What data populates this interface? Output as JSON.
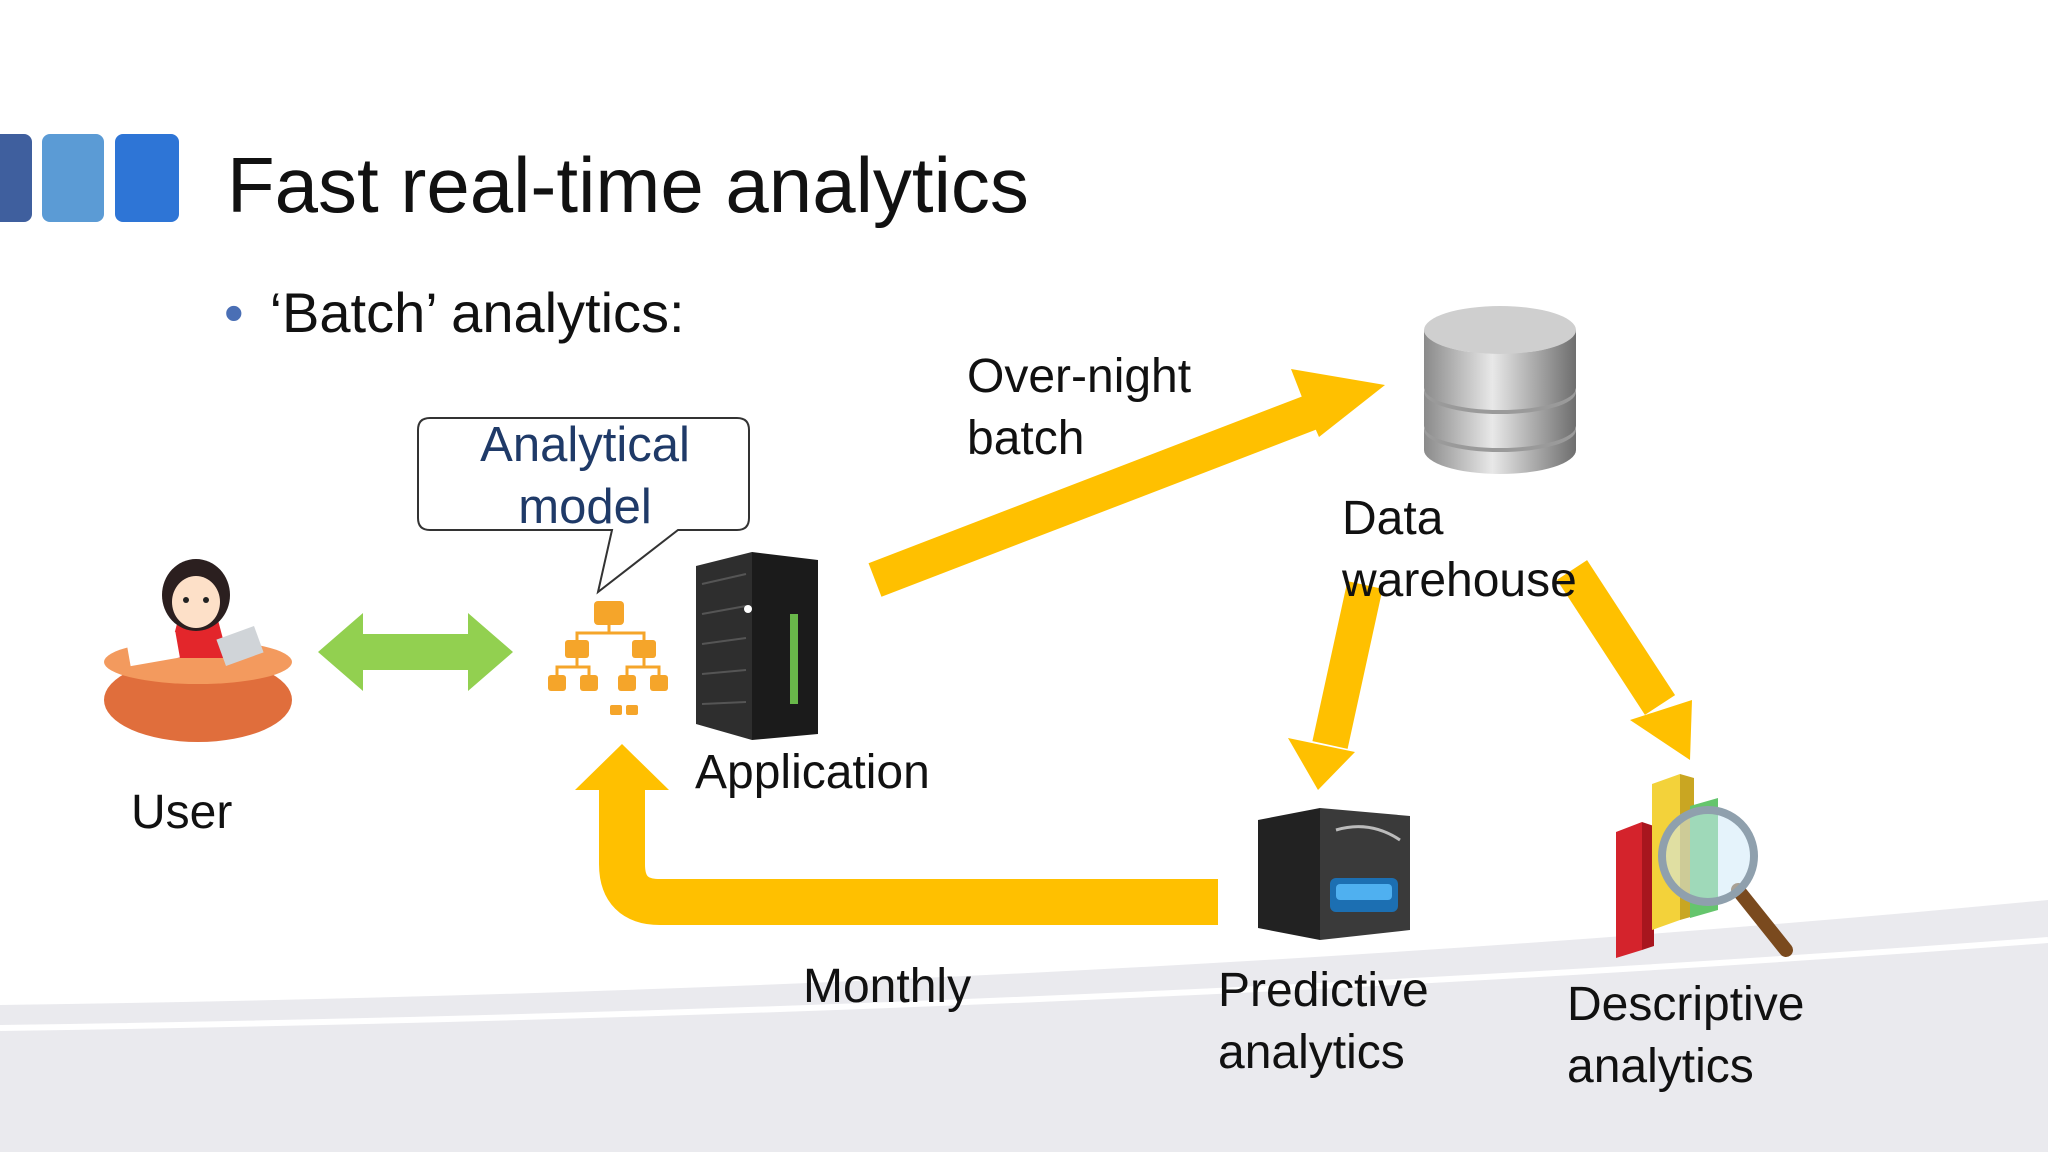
{
  "slide": {
    "title": "Fast real-time analytics",
    "bullet": "‘Batch’ analytics:"
  },
  "diagram": {
    "nodes": [
      {
        "id": "user",
        "label": "User",
        "icon": "user-at-desk-icon"
      },
      {
        "id": "model",
        "label_lines": [
          "Analytical",
          "model"
        ],
        "icon": "hierarchy-model-icon"
      },
      {
        "id": "application",
        "label": "Application",
        "icon": "server-icon"
      },
      {
        "id": "warehouse",
        "label_lines": [
          "Data",
          "warehouse"
        ],
        "icon": "database-icon"
      },
      {
        "id": "predictive",
        "label_lines": [
          "Predictive",
          "analytics"
        ],
        "icon": "predictive-machine-icon"
      },
      {
        "id": "descriptive",
        "label_lines": [
          "Descriptive",
          "analytics"
        ],
        "icon": "bar-chart-magnifier-icon"
      }
    ],
    "edges": [
      {
        "from": "user",
        "to": "model",
        "bidirectional": true
      },
      {
        "from": "application",
        "to": "warehouse",
        "label_lines": [
          "Over-night",
          "batch"
        ]
      },
      {
        "from": "warehouse",
        "to": "predictive"
      },
      {
        "from": "warehouse",
        "to": "descriptive"
      },
      {
        "from": "predictive",
        "to": "model",
        "label": "Monthly"
      }
    ]
  },
  "colors": {
    "arrow_yellow": "#FFC000",
    "arrow_green": "#92D050",
    "accent_blue": "#2E75D6",
    "callout_text": "#1F3A68"
  }
}
